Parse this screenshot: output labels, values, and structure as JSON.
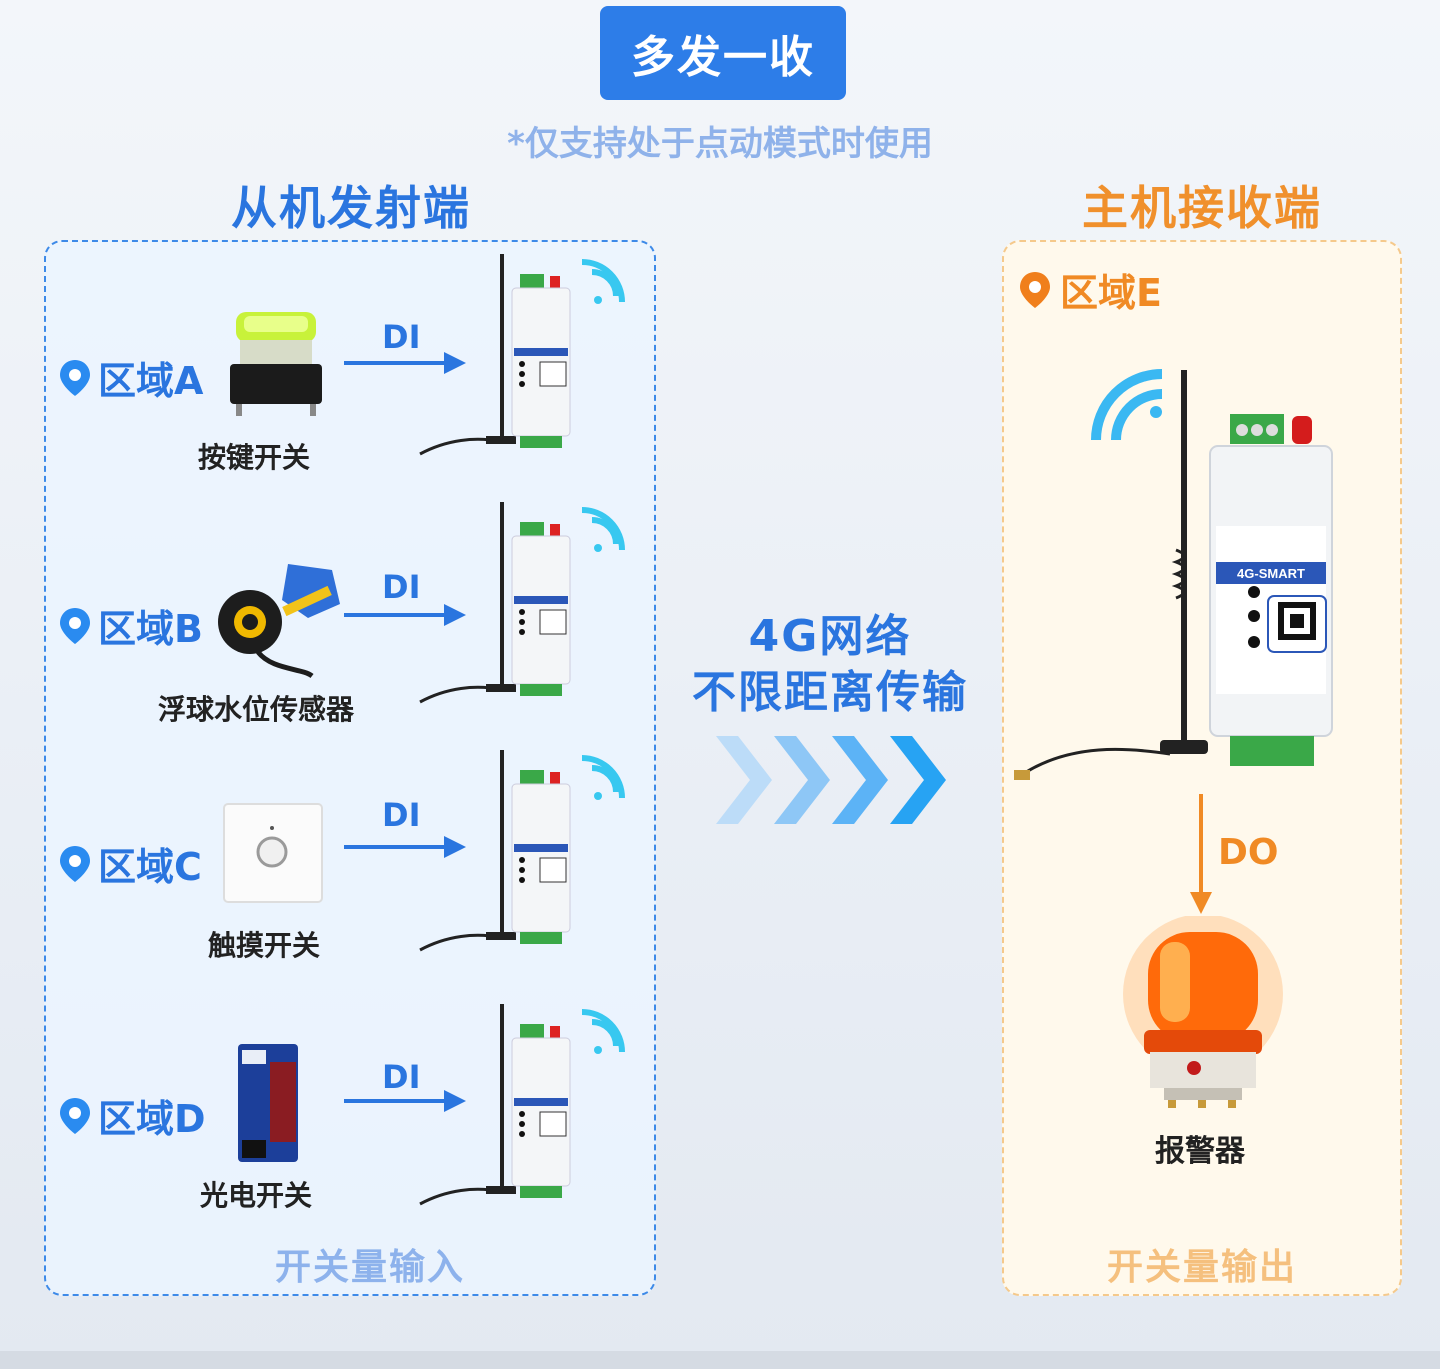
{
  "title": "多发一收",
  "subtitle": "*仅支持处于点动模式时使用",
  "left_heading": "从机发射端",
  "right_heading": "主机接收端",
  "zones": [
    {
      "name": "区域A",
      "sensor": "按键开关",
      "signal": "DI"
    },
    {
      "name": "区域B",
      "sensor": "浮球水位传感器",
      "signal": "DI"
    },
    {
      "name": "区域C",
      "sensor": "触摸开关",
      "signal": "DI"
    },
    {
      "name": "区域D",
      "sensor": "光电开关",
      "signal": "DI"
    }
  ],
  "left_footer": "开关量输入",
  "network": {
    "line1": "4G网络",
    "line2": "不限距离传输"
  },
  "receiver": {
    "zone": "区域E",
    "device_label": "4G-SMART",
    "output_signal": "DO",
    "alarm_label": "报警器",
    "footer": "开关量输出"
  },
  "colors": {
    "blue": "#2a75df",
    "orange": "#f08a24",
    "badge": "#2d7de8"
  }
}
